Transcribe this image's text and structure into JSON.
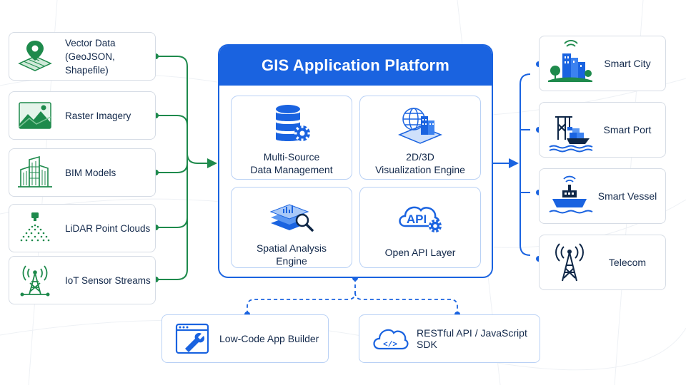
{
  "platform": {
    "title": "GIS Application Platform",
    "modules": [
      {
        "line1": "Multi-Source",
        "line2": "Data Management",
        "icon": "database-gear-icon"
      },
      {
        "line1": "2D/3D",
        "line2": "Visualization Engine",
        "icon": "globe-buildings-icon"
      },
      {
        "line1": "Spatial Analysis",
        "line2": "Engine",
        "icon": "layers-magnifier-icon"
      },
      {
        "line1": "Open API Layer",
        "line2": "",
        "icon": "api-cloud-gear-icon",
        "api_text": "API"
      }
    ]
  },
  "sources": [
    {
      "line1": "Vector Data",
      "line2": "(GeoJSON, Shapefile)",
      "icon": "map-pin-icon"
    },
    {
      "line1": "Raster Imagery",
      "line2": "",
      "icon": "image-icon"
    },
    {
      "line1": "BIM Models",
      "line2": "",
      "icon": "buildings-icon"
    },
    {
      "line1": "LiDAR Point Clouds",
      "line2": "",
      "icon": "lidar-icon"
    },
    {
      "line1": "IoT Sensor Streams",
      "line2": "",
      "icon": "signal-tower-icon"
    }
  ],
  "applications": [
    {
      "label": "Smart City",
      "icon": "city-icon"
    },
    {
      "label": "Smart Port",
      "icon": "port-crane-icon"
    },
    {
      "label": "Smart Vessel",
      "icon": "ship-icon"
    },
    {
      "label": "Telecom",
      "icon": "antenna-tower-icon"
    }
  ],
  "tools": [
    {
      "label": "Low-Code App Builder",
      "icon": "wrench-window-icon"
    },
    {
      "label": "RESTful API / JavaScript SDK",
      "icon": "cloud-code-icon",
      "code_text": "</>"
    }
  ],
  "colors": {
    "primary_blue": "#1a63e0",
    "source_green": "#1e8a4c",
    "card_border": "#d6dce5"
  }
}
